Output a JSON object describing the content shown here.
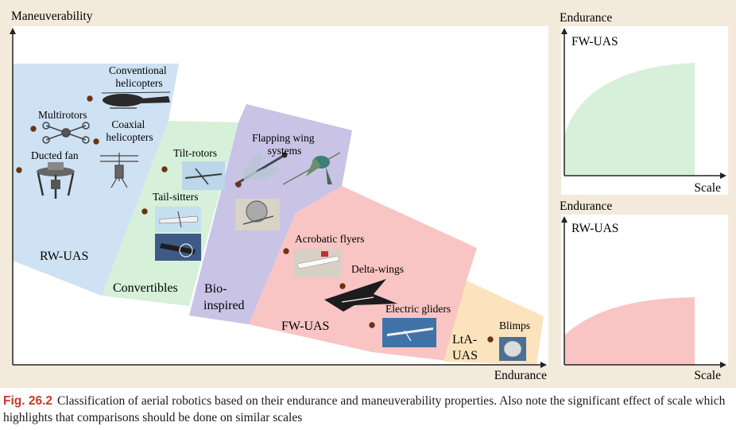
{
  "main_chart": {
    "y_axis_label": "Maneuverability",
    "x_axis_label": "Endurance",
    "regions": [
      {
        "name": "RW-UAS",
        "color": "#cfe2f3"
      },
      {
        "name": "Convertibles",
        "color": "#d6f0d9"
      },
      {
        "name": "Bio-inspired",
        "lines": [
          "Bio-",
          "inspired"
        ],
        "color": "#c9c3e6"
      },
      {
        "name": "FW-UAS",
        "color": "#f9c4c4"
      },
      {
        "name": "LtA-UAS",
        "lines": [
          "LtA-",
          "UAS"
        ],
        "color": "#fbe3bd"
      }
    ],
    "categories": [
      {
        "name": "Conventional helicopters",
        "lines": [
          "Conventional",
          "helicopters"
        ]
      },
      {
        "name": "Multirotors",
        "lines": [
          "Multirotors"
        ]
      },
      {
        "name": "Coaxial helicopters",
        "lines": [
          "Coaxial",
          "helicopters"
        ]
      },
      {
        "name": "Ducted fan",
        "lines": [
          "Ducted fan"
        ]
      },
      {
        "name": "Tilt-rotors",
        "lines": [
          "Tilt-rotors"
        ]
      },
      {
        "name": "Tail-sitters",
        "lines": [
          "Tail-sitters"
        ]
      },
      {
        "name": "Flapping wing systems",
        "lines": [
          "Flapping wing",
          "systems"
        ]
      },
      {
        "name": "Acrobatic flyers",
        "lines": [
          "Acrobatic flyers"
        ]
      },
      {
        "name": "Delta-wings",
        "lines": [
          "Delta-wings"
        ]
      },
      {
        "name": "Electric gliders",
        "lines": [
          "Electric gliders"
        ]
      },
      {
        "name": "Blimps",
        "lines": [
          "Blimps"
        ]
      }
    ],
    "dot_color": "#6b3410"
  },
  "inset_charts": [
    {
      "title": "FW-UAS",
      "y_axis_label": "Endurance",
      "x_axis_label": "Scale",
      "fill_color": "#d6f0d9"
    },
    {
      "title": "RW-UAS",
      "y_axis_label": "Endurance",
      "x_axis_label": "Scale",
      "fill_color": "#f9c4c4"
    }
  ],
  "caption": {
    "figure_number": "Fig. 26.2",
    "text": "Classification of aerial robotics based on their endurance and maneuverability properties. Also note the significant effect of scale which highlights that comparisons should be done on similar scales"
  }
}
